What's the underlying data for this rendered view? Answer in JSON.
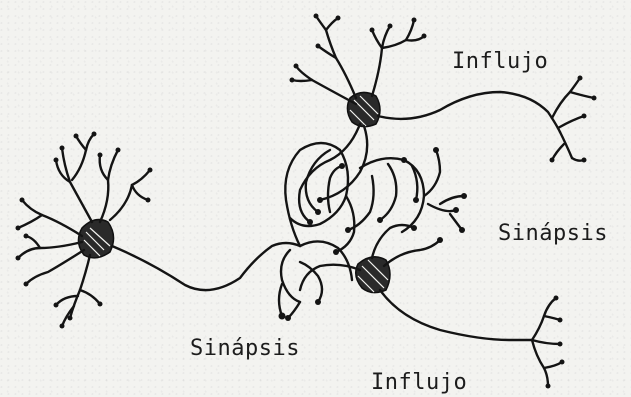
{
  "labels": {
    "influjo_top": "Influjo",
    "sinapsis_right": "Sinápsis",
    "sinapsis_bottom": "Sinápsis",
    "influjo_bottom": "Influjo"
  },
  "colors": {
    "ink": "#141414",
    "paper": "#f3f3f0"
  }
}
